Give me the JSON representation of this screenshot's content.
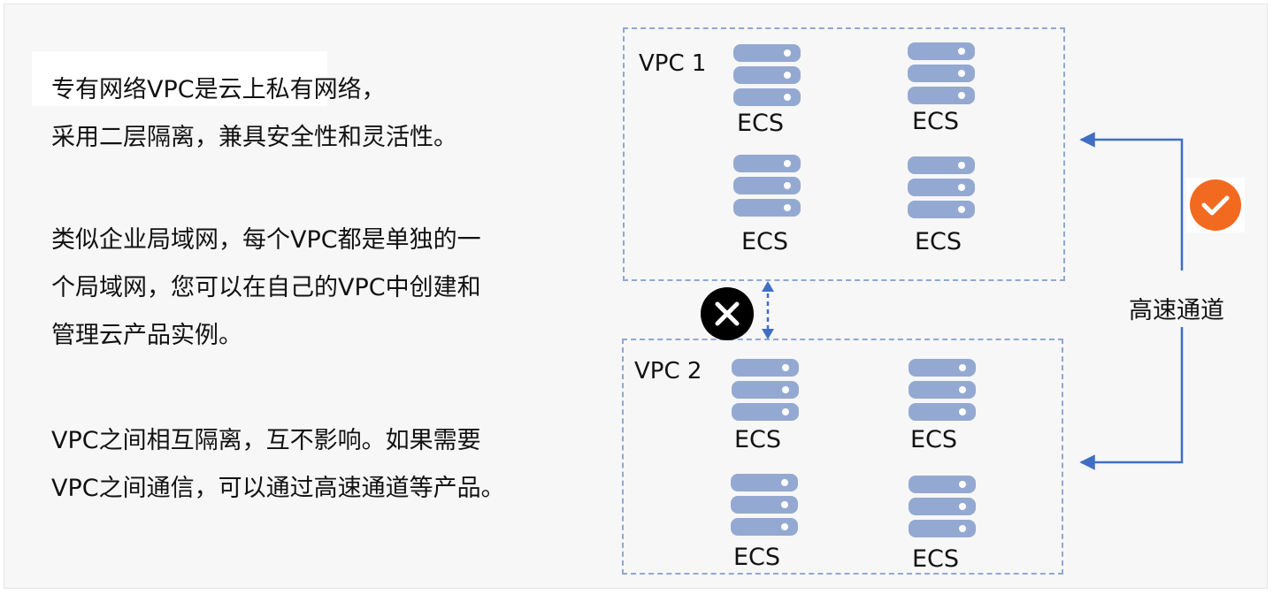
{
  "description": {
    "paragraphs": [
      [
        "专有网络VPC是云上私有网络，",
        "采用二层隔离，兼具安全性和灵活性。"
      ],
      [
        "类似企业局域网，每个VPC都是单独的一",
        "个局域网，您可以在自己的VPC中创建和",
        "管理云产品实例。"
      ],
      [
        "VPC之间相互隔离，互不影响。如果需要",
        "VPC之间通信，可以通过高速通道等产品。"
      ]
    ]
  },
  "diagram": {
    "vpcs": [
      {
        "label": "VPC 1",
        "instances": [
          "ECS",
          "ECS",
          "ECS",
          "ECS"
        ]
      },
      {
        "label": "VPC 2",
        "instances": [
          "ECS",
          "ECS",
          "ECS",
          "ECS"
        ]
      }
    ],
    "channel_label": "高速通道",
    "icons": {
      "server": "server-icon",
      "blocked": "blocked-x-icon",
      "allowed": "allowed-check-icon"
    },
    "colors": {
      "server": "#94a9d2",
      "dashed_border": "#8ea8d4",
      "arrow": "#3f6fc4",
      "check_badge": "#f26a1f",
      "x_badge": "#000000",
      "panel_background": "#f7f7f7"
    }
  }
}
